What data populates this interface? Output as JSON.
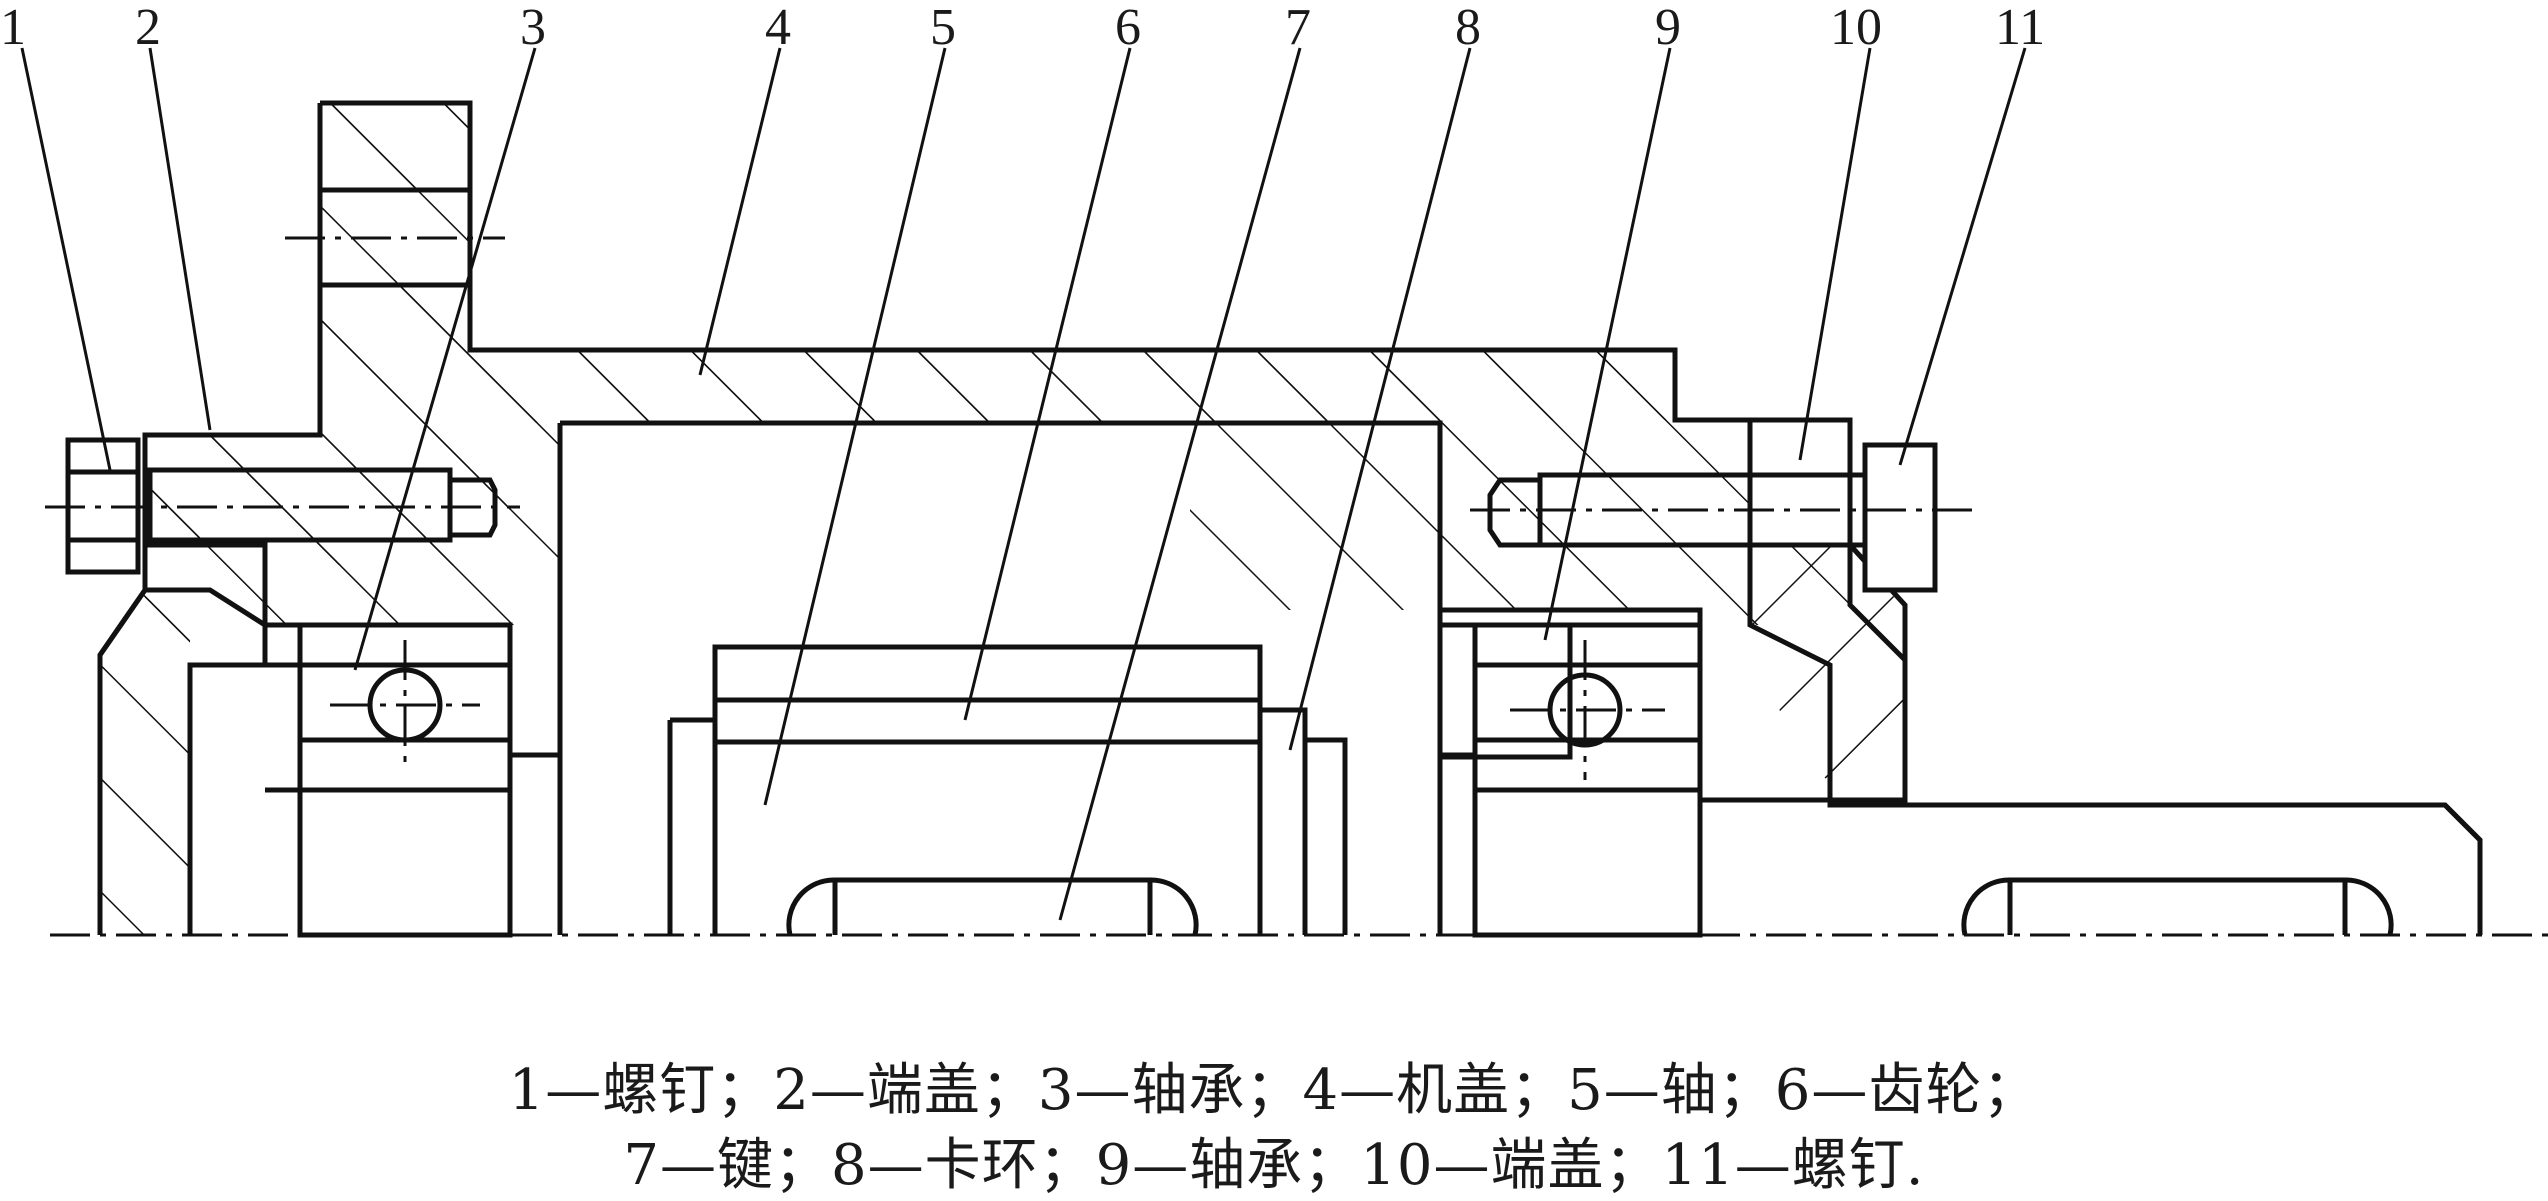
{
  "part_numbers": [
    "1",
    "2",
    "3",
    "4",
    "5",
    "6",
    "7",
    "8",
    "9",
    "10",
    "11"
  ],
  "caption": {
    "line1": "1—螺钉；2—端盖；3—轴承；4—机盖；5—轴；6—齿轮；",
    "line2": "7—键；8—卡环；9—轴承；10—端盖；11—螺钉."
  }
}
